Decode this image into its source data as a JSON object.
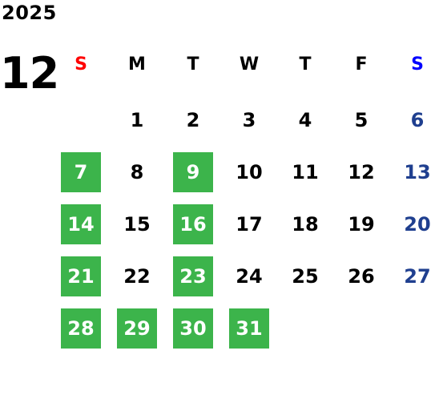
{
  "calendar": {
    "year": "2025",
    "month": "12",
    "weekdays": [
      "S",
      "M",
      "T",
      "W",
      "T",
      "F",
      "S"
    ],
    "weeks": [
      [
        "",
        "1",
        "2",
        "3",
        "4",
        "5",
        "6"
      ],
      [
        "7",
        "8",
        "9",
        "10",
        "11",
        "12",
        "13"
      ],
      [
        "14",
        "15",
        "16",
        "17",
        "18",
        "19",
        "20"
      ],
      [
        "21",
        "22",
        "23",
        "24",
        "25",
        "26",
        "27"
      ],
      [
        "28",
        "29",
        "30",
        "31",
        "",
        "",
        ""
      ]
    ],
    "highlighted_days": [
      "7",
      "9",
      "14",
      "16",
      "21",
      "23",
      "28",
      "29",
      "30",
      "31"
    ],
    "colors": {
      "highlight": "#3cb44b",
      "sunday_header": "#ff0000",
      "saturday_header": "#0000ff",
      "saturday_dates": "#1f3f8f"
    }
  }
}
